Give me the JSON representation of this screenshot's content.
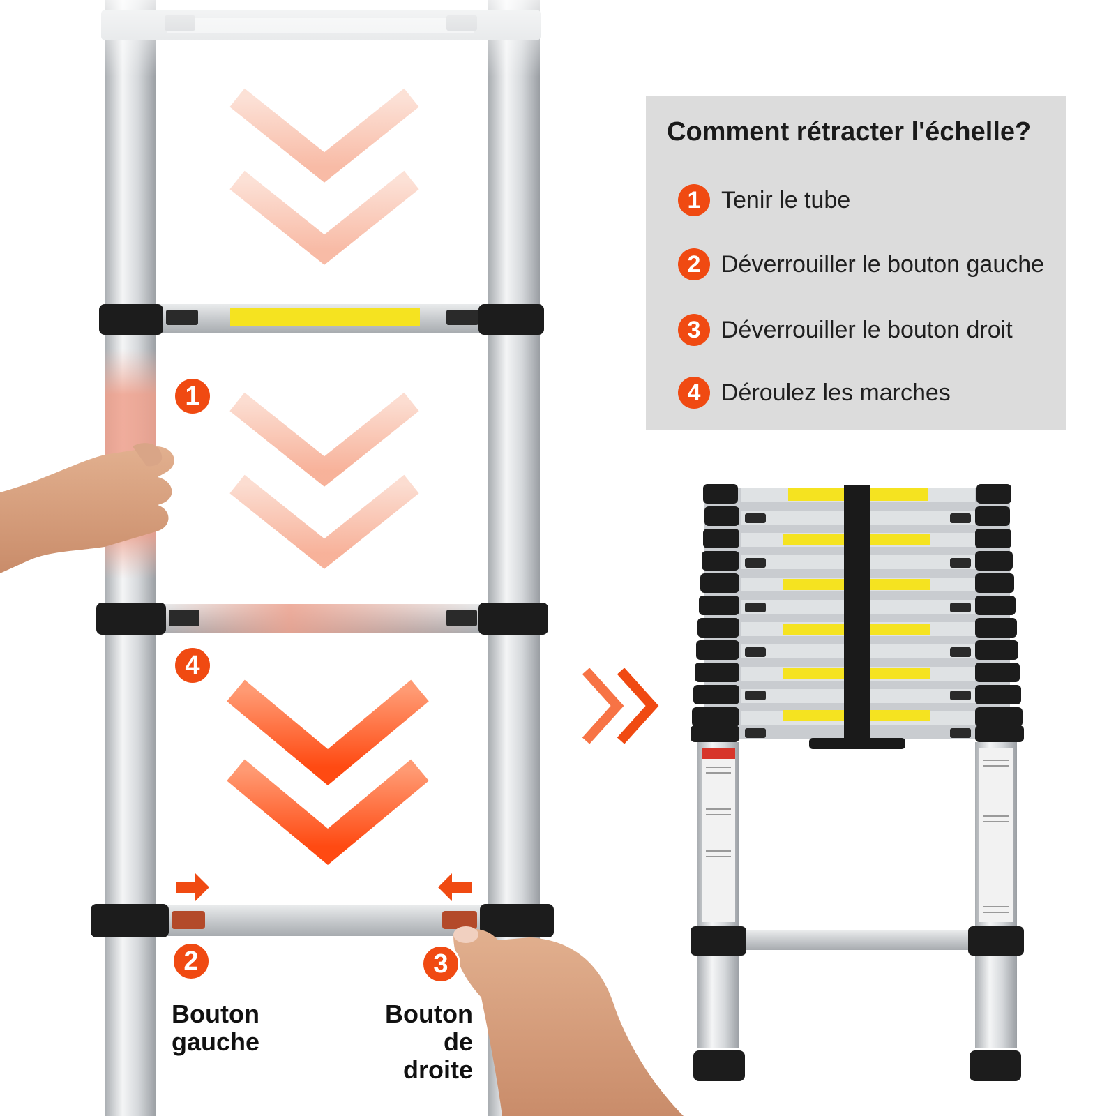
{
  "panel": {
    "title": "Comment rétracter l'échelle?",
    "steps": [
      {
        "num": "1",
        "text": "Tenir le tube"
      },
      {
        "num": "2",
        "text": "Déverrouiller le bouton gauche"
      },
      {
        "num": "3",
        "text": "Déverrouiller le bouton droit"
      },
      {
        "num": "4",
        "text": "Déroulez les marches"
      }
    ]
  },
  "badges": [
    "1",
    "4",
    "2",
    "3"
  ],
  "labels": {
    "left_button": [
      "Bouton",
      "gauche"
    ],
    "right_button": [
      "Bouton",
      "de droite"
    ]
  },
  "colors": {
    "accent": "#f04a12",
    "panel_bg": "#dcdcdc",
    "aluminium": "#d4d6d8",
    "clamp": "#1c1c1c",
    "warning_label": "#f5e320"
  }
}
